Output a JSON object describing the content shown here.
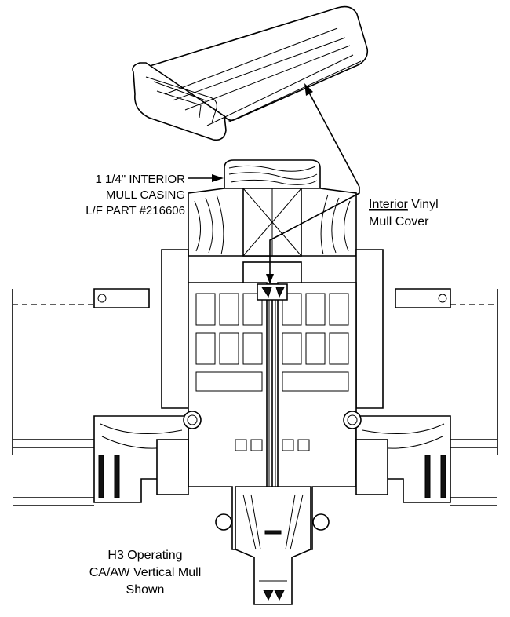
{
  "labels": {
    "casing_line1": "1 1/4\" INTERIOR",
    "casing_line2": "MULL CASING",
    "casing_line3": "L/F PART #216606",
    "cover_word_underlined": "Interior",
    "cover_word_rest": " Vinyl",
    "cover_line2": "Mull Cover",
    "caption_line1": "H3 Operating",
    "caption_line2": "CA/AW Vertical Mull",
    "caption_line3": "Shown"
  }
}
